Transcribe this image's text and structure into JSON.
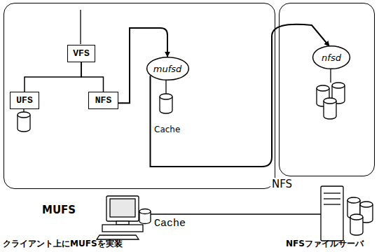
{
  "diagram": {
    "nodes": [
      {
        "text": []
      },
      {
        "text": [
          "VFS"
        ],
        "in": 0
      },
      {
        "text": [
          "UFS"
        ],
        "in": 0
      },
      {
        "text": [
          "NFS"
        ],
        "in": 0
      },
      {
        "text": [
          "mufsd"
        ],
        "in": 0
      },
      {
        "text": []
      },
      {
        "text": [
          "nfsd"
        ],
        "in": 5
      }
    ],
    "edges": [
      {
        "from": 1,
        "to": 2,
        "arrow": "none"
      },
      {
        "from": 1,
        "to": 3,
        "arrow": "none"
      },
      {
        "from": 3,
        "to": 4,
        "arrow": "to"
      },
      {
        "from": 4,
        "to": 6,
        "label": "NFS",
        "arrow": "to"
      }
    ],
    "labels": [
      "Cache",
      "MUFS",
      "Cache",
      "クライアント上にMUFSを実装",
      "NFSファイルサーバ"
    ]
  }
}
